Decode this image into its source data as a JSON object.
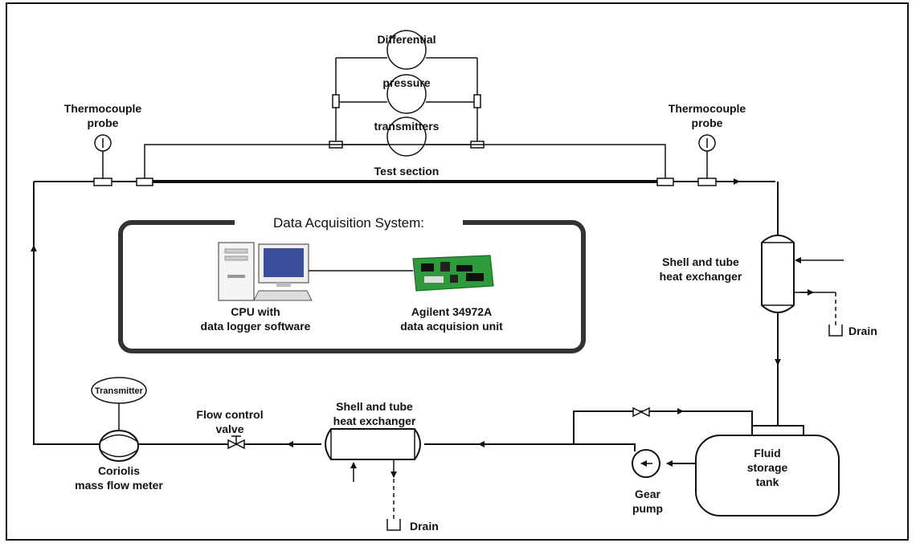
{
  "diagram": {
    "differential_label": "Differential",
    "pressure_label": "pressure",
    "transmitters_label": "transmitters",
    "thermocouple_left": [
      "Thermocouple",
      "probe"
    ],
    "thermocouple_right": [
      "Thermocouple",
      "probe"
    ],
    "test_section_label": "Test section",
    "daq_title": "Data Acquisition System:",
    "cpu_label": [
      "CPU with",
      "data logger software"
    ],
    "agilent_label": [
      "Agilent 34972A",
      "data acquision unit"
    ],
    "shell_tube_right": [
      "Shell and tube",
      "heat exchanger"
    ],
    "drain_right": "Drain",
    "transmitter_label": "Transmitter",
    "flow_control_valve": [
      "Flow control",
      "valve"
    ],
    "shell_tube_bottom": [
      "Shell and tube",
      "heat exchanger"
    ],
    "coriolis_label": [
      "Coriolis",
      "mass flow meter"
    ],
    "drain_bottom": "Drain",
    "tank_label": [
      "Fluid",
      "storage",
      "tank"
    ],
    "pump_label": [
      "Gear",
      "pump"
    ]
  },
  "colors": {
    "line": "#111111",
    "daq_border": "#333333",
    "board_green": "#2e9a3c",
    "screen_blue": "#3a4e9a"
  }
}
